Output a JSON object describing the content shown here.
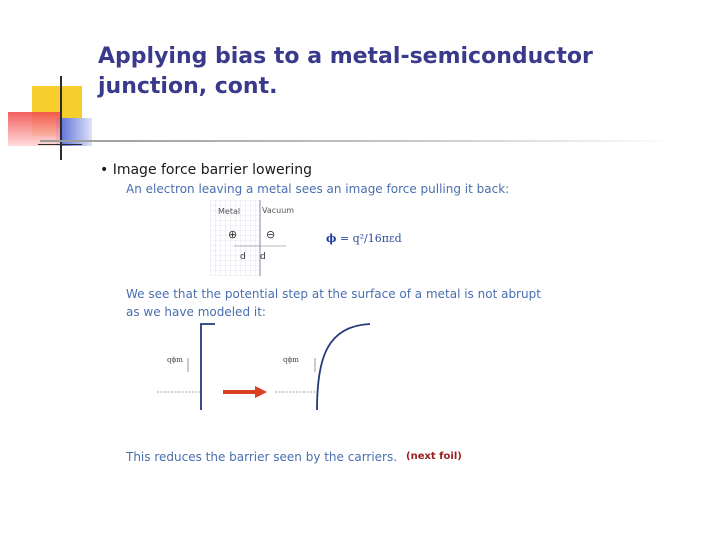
{
  "slide": {
    "title": "Applying bias to a metal-semiconductor junction, cont.",
    "bullet": "• Image force barrier lowering",
    "sub_1": "An electron leaving a metal sees an image force pulling it back:",
    "sub_2": "We see that the potential step at the surface of a metal is not abrupt as we have modeled it:",
    "sub_3": "This reduces the barrier seen by the carriers.",
    "next_link": "(next foil)"
  },
  "figure_1": {
    "metal_label": "Metal",
    "vacuum_label": "Vacuum",
    "plus_symbol": "⊕",
    "minus_symbol": "⊖",
    "d_left": "d",
    "d_right": "d"
  },
  "formula": {
    "phi": "ϕ",
    "rest": "= q²/16πεd"
  },
  "figure_2": {
    "left_label": "qϕm",
    "right_label": "qϕm"
  },
  "colors": {
    "title": "#3a3a8c",
    "subtext": "#4a6fb0",
    "next_link": "#9b1d1d",
    "arrow": "#d9411e",
    "deco_yellow": "#f6cf2e",
    "deco_red": "#f24e4e",
    "deco_blue": "#4d63d4"
  }
}
